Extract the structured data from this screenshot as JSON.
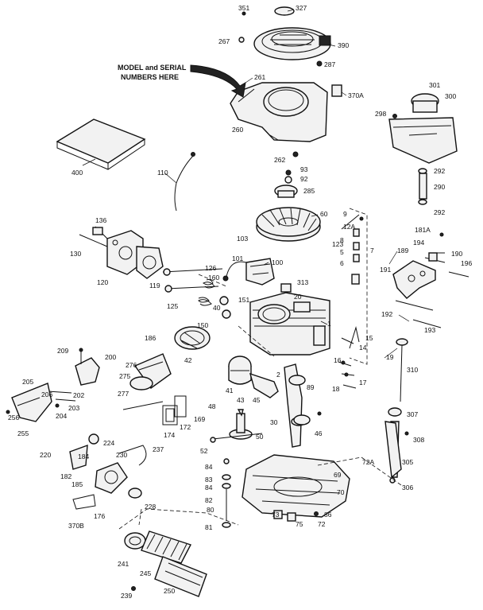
{
  "note": {
    "line1": "MODEL and SERIAL",
    "line2": "NUMBERS HERE"
  },
  "labels": [
    {
      "key": "p351",
      "text": "351"
    },
    {
      "key": "p327",
      "text": "327"
    },
    {
      "key": "p267",
      "text": "267"
    },
    {
      "key": "p390",
      "text": "390"
    },
    {
      "key": "p287",
      "text": "287"
    },
    {
      "key": "p261",
      "text": "261"
    },
    {
      "key": "p370A",
      "text": "370A"
    },
    {
      "key": "p260",
      "text": "260"
    },
    {
      "key": "p301",
      "text": "301"
    },
    {
      "key": "p300",
      "text": "300"
    },
    {
      "key": "p298",
      "text": "298"
    },
    {
      "key": "p262",
      "text": "262"
    },
    {
      "key": "p93",
      "text": "93"
    },
    {
      "key": "p92",
      "text": "92"
    },
    {
      "key": "p285",
      "text": "285"
    },
    {
      "key": "p292a",
      "text": "292"
    },
    {
      "key": "p290",
      "text": "290"
    },
    {
      "key": "p292b",
      "text": "292"
    },
    {
      "key": "p400",
      "text": "400"
    },
    {
      "key": "p110",
      "text": "110"
    },
    {
      "key": "p60",
      "text": "60"
    },
    {
      "key": "p9",
      "text": "9"
    },
    {
      "key": "p12A",
      "text": "12A"
    },
    {
      "key": "p136",
      "text": "136"
    },
    {
      "key": "p130",
      "text": "130"
    },
    {
      "key": "p103",
      "text": "103"
    },
    {
      "key": "p123",
      "text": "123"
    },
    {
      "key": "p8",
      "text": "8"
    },
    {
      "key": "p5",
      "text": "5"
    },
    {
      "key": "p6",
      "text": "6"
    },
    {
      "key": "p7",
      "text": "7"
    },
    {
      "key": "p181A",
      "text": "181A"
    },
    {
      "key": "p194",
      "text": "194"
    },
    {
      "key": "p189",
      "text": "189"
    },
    {
      "key": "p190",
      "text": "190"
    },
    {
      "key": "p196",
      "text": "196"
    },
    {
      "key": "p191",
      "text": "191"
    },
    {
      "key": "p120",
      "text": "120"
    },
    {
      "key": "p119",
      "text": "119"
    },
    {
      "key": "p126",
      "text": "126"
    },
    {
      "key": "p101",
      "text": "101"
    },
    {
      "key": "p100",
      "text": "100"
    },
    {
      "key": "p160",
      "text": "160"
    },
    {
      "key": "p313",
      "text": "313"
    },
    {
      "key": "p125",
      "text": "125"
    },
    {
      "key": "p151",
      "text": "151"
    },
    {
      "key": "p20",
      "text": "20"
    },
    {
      "key": "p192",
      "text": "192"
    },
    {
      "key": "p40",
      "text": "40"
    },
    {
      "key": "p150",
      "text": "150"
    },
    {
      "key": "p193",
      "text": "193"
    },
    {
      "key": "p1",
      "text": "1"
    },
    {
      "key": "p186",
      "text": "186"
    },
    {
      "key": "p15",
      "text": "15"
    },
    {
      "key": "p14",
      "text": "14"
    },
    {
      "key": "p42",
      "text": "42"
    },
    {
      "key": "p209",
      "text": "209"
    },
    {
      "key": "p200",
      "text": "200"
    },
    {
      "key": "p19",
      "text": "19"
    },
    {
      "key": "p310",
      "text": "310"
    },
    {
      "key": "p276",
      "text": "276"
    },
    {
      "key": "p16",
      "text": "16"
    },
    {
      "key": "p275",
      "text": "275"
    },
    {
      "key": "p2",
      "text": "2"
    },
    {
      "key": "p18",
      "text": "18"
    },
    {
      "key": "p17",
      "text": "17"
    },
    {
      "key": "p205",
      "text": "205"
    },
    {
      "key": "p206",
      "text": "206"
    },
    {
      "key": "p202",
      "text": "202"
    },
    {
      "key": "p41",
      "text": "41"
    },
    {
      "key": "p43",
      "text": "43"
    },
    {
      "key": "p45",
      "text": "45"
    },
    {
      "key": "p89",
      "text": "89"
    },
    {
      "key": "p277",
      "text": "277"
    },
    {
      "key": "p203",
      "text": "203"
    },
    {
      "key": "p204",
      "text": "204"
    },
    {
      "key": "p48",
      "text": "48"
    },
    {
      "key": "p256",
      "text": "256"
    },
    {
      "key": "p169",
      "text": "169"
    },
    {
      "key": "p307",
      "text": "307"
    },
    {
      "key": "p255",
      "text": "255"
    },
    {
      "key": "p30",
      "text": "30"
    },
    {
      "key": "p46",
      "text": "46"
    },
    {
      "key": "p174",
      "text": "174"
    },
    {
      "key": "p172",
      "text": "172"
    },
    {
      "key": "p224",
      "text": "224"
    },
    {
      "key": "p50",
      "text": "50"
    },
    {
      "key": "p308",
      "text": "308"
    },
    {
      "key": "p52",
      "text": "52"
    },
    {
      "key": "p237",
      "text": "237"
    },
    {
      "key": "p220",
      "text": "220"
    },
    {
      "key": "p184",
      "text": "184"
    },
    {
      "key": "p230",
      "text": "230"
    },
    {
      "key": "p182",
      "text": "182"
    },
    {
      "key": "p185",
      "text": "185"
    },
    {
      "key": "p84a",
      "text": "84"
    },
    {
      "key": "p83",
      "text": "83"
    },
    {
      "key": "p84b",
      "text": "84"
    },
    {
      "key": "p72A",
      "text": "72A"
    },
    {
      "key": "p305",
      "text": "305"
    },
    {
      "key": "p69",
      "text": "69"
    },
    {
      "key": "p306",
      "text": "306"
    },
    {
      "key": "p82",
      "text": "82"
    },
    {
      "key": "p70",
      "text": "70"
    },
    {
      "key": "p228",
      "text": "228"
    },
    {
      "key": "p176",
      "text": "176"
    },
    {
      "key": "p80",
      "text": "80"
    },
    {
      "key": "p370B",
      "text": "370B"
    },
    {
      "key": "p73",
      "text": "73"
    },
    {
      "key": "p86",
      "text": "86"
    },
    {
      "key": "p75",
      "text": "75"
    },
    {
      "key": "p72",
      "text": "72"
    },
    {
      "key": "p81",
      "text": "81"
    },
    {
      "key": "p241",
      "text": "241"
    },
    {
      "key": "p245",
      "text": "245"
    },
    {
      "key": "p239",
      "text": "239"
    },
    {
      "key": "p250",
      "text": "250"
    }
  ]
}
